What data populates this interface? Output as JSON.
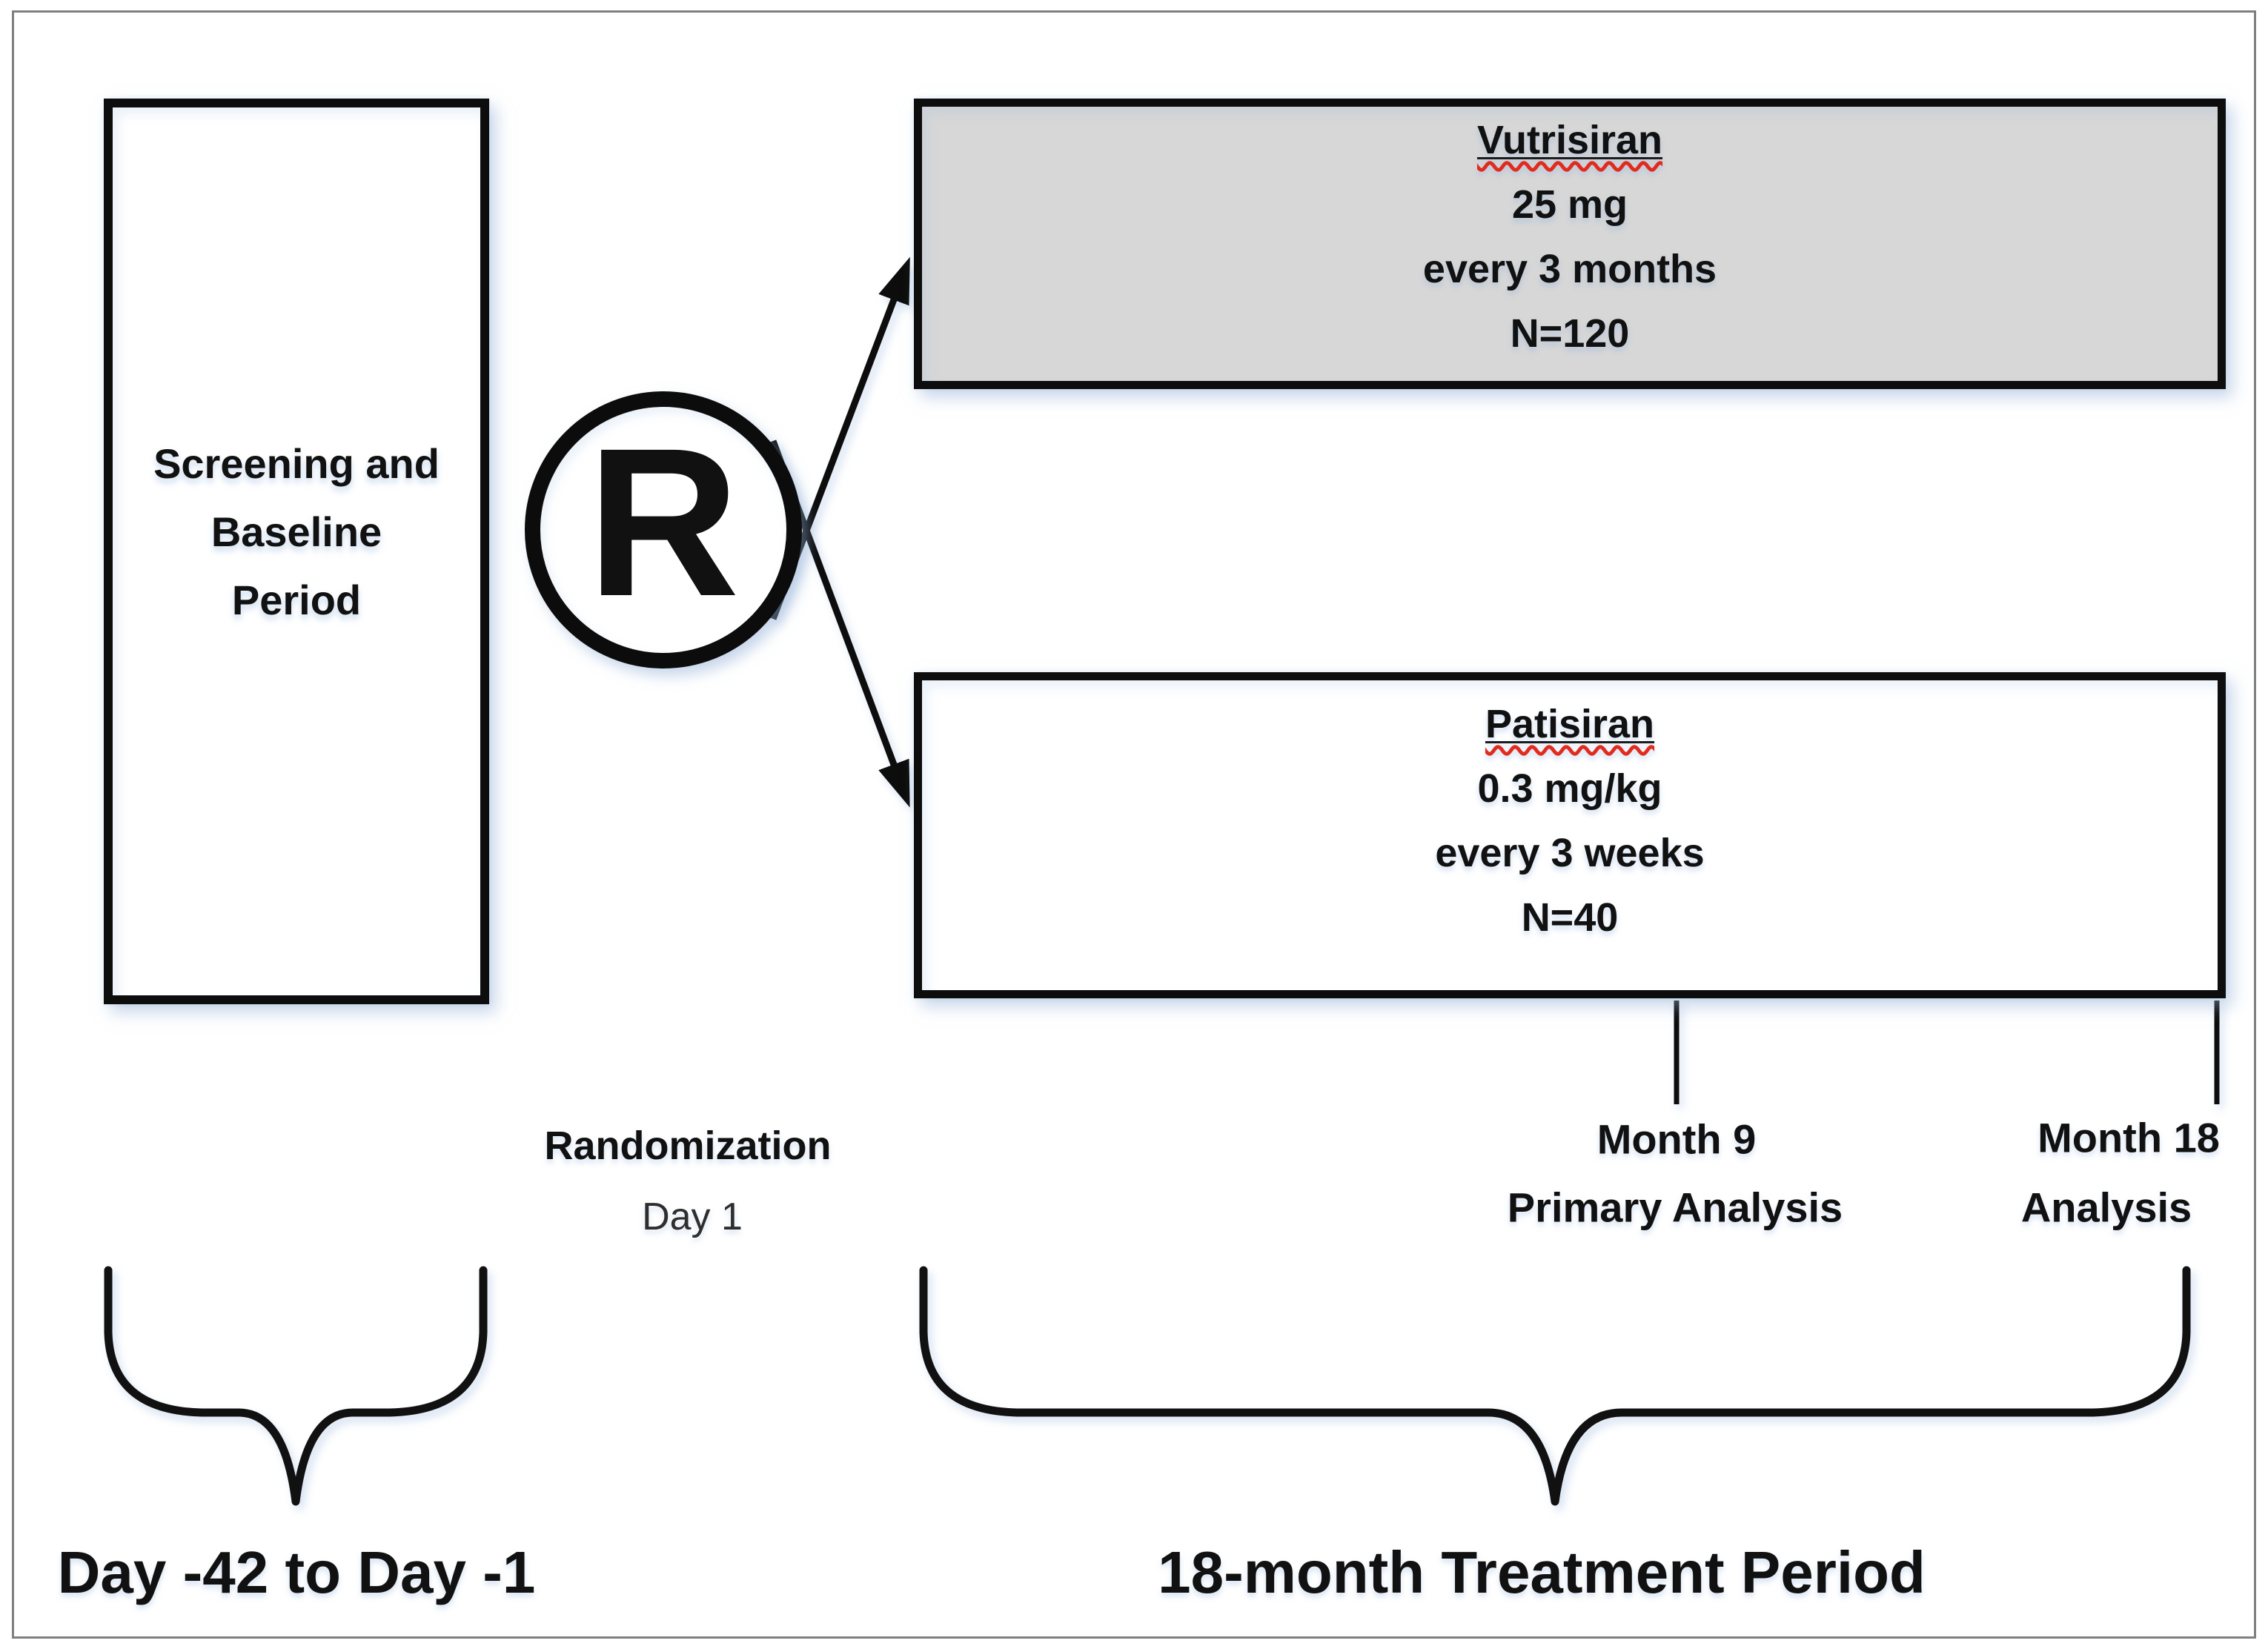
{
  "screening_box": {
    "label": "Screening and\nBaseline\nPeriod"
  },
  "randomization": {
    "symbol": "R",
    "label": "Randomization",
    "sublabel": "Day 1"
  },
  "arms": [
    {
      "name": "Vutrisiran",
      "dose": "25 mg",
      "schedule": "every 3 months",
      "sample_size": "N=120"
    },
    {
      "name": "Patisiran",
      "dose": "0.3 mg/kg",
      "schedule": "every 3 weeks",
      "sample_size": "N=40"
    }
  ],
  "milestones": [
    {
      "title": "Month 9",
      "subtitle": "Primary Analysis"
    },
    {
      "title": "Month 18",
      "subtitle": "Analysis"
    }
  ],
  "periods": {
    "screening": "Day -42 to Day -1",
    "treatment": "18-month Treatment Period"
  },
  "colors": {
    "vutrisiran_arm_fill": "#d7d7d7",
    "patisiran_arm_fill": "#ffffff",
    "shape_line": "#0d0d0d",
    "outer_border": "#7f7f7f",
    "spellcheck_underline": "#e12b1f",
    "soft_shadow_tint": "#96aed7"
  }
}
